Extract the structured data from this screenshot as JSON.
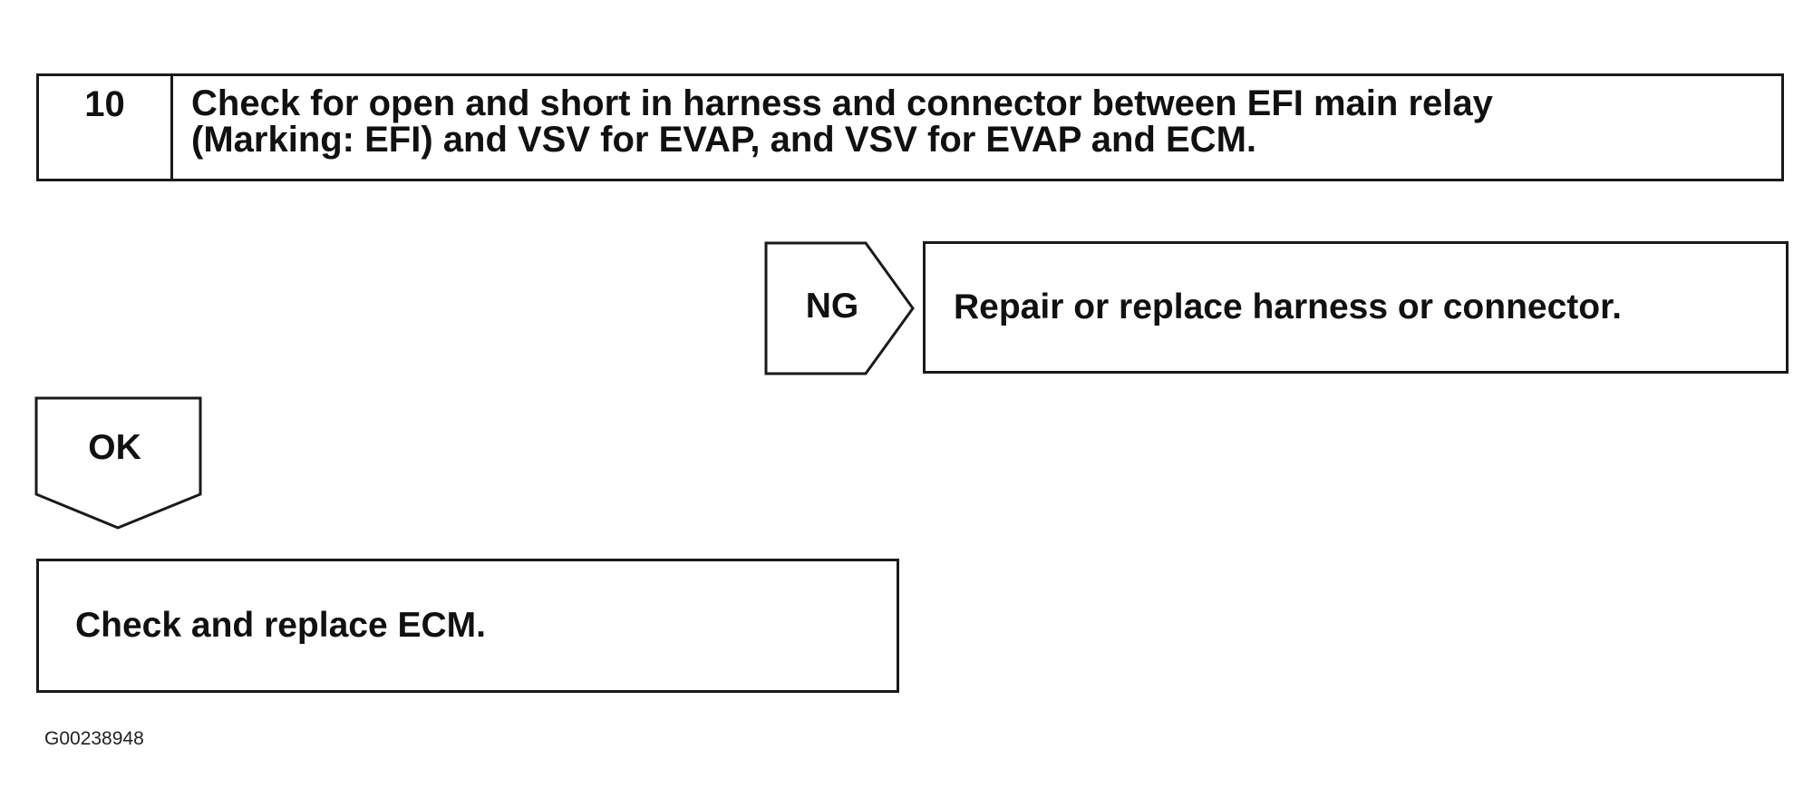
{
  "step": {
    "number": "10",
    "line1": "Check for open and short in harness and connector between EFI main relay",
    "line2": "(Marking: EFI) and VSV for EVAP, and VSV for EVAP and ECM."
  },
  "ng_branch": {
    "label": "NG",
    "action": "Repair or replace harness or connector."
  },
  "ok_branch": {
    "label": "OK",
    "action": "Check and replace ECM."
  },
  "figure_code": "G00238948"
}
